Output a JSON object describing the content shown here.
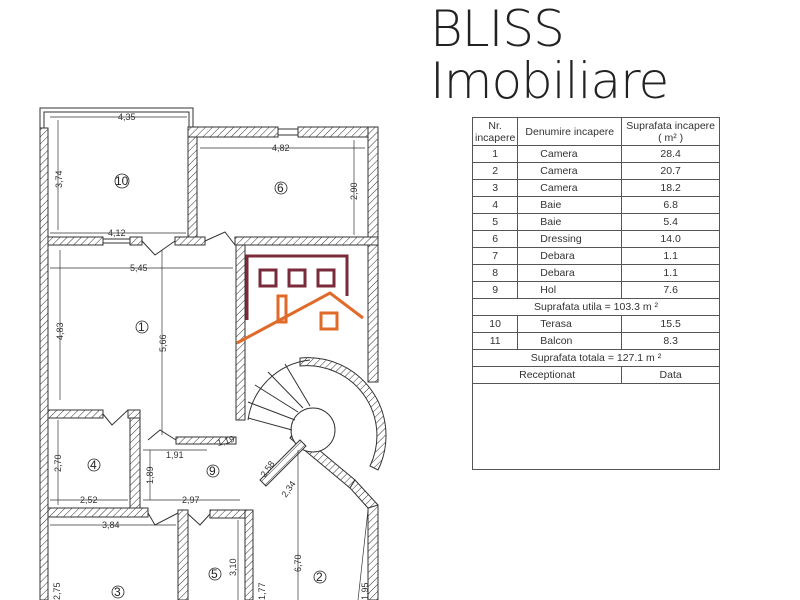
{
  "plan": {
    "rooms": [
      "1",
      "2",
      "3",
      "4",
      "5",
      "6",
      "9",
      "10"
    ],
    "dimensions": {
      "d435": "4,35",
      "d374": "3,74",
      "d412": "4,12",
      "d482": "4,82",
      "d290": "2,90",
      "d545": "5,45",
      "d483": "4,83",
      "d566": "5,66",
      "d191": "1,91",
      "d119": "1,19",
      "d270": "2,70",
      "d189": "1,89",
      "d252": "2,52",
      "d297": "2,97",
      "d258": "2,58",
      "d234": "2,34",
      "d384": "3,84",
      "d310": "3,10",
      "d670": "6,70",
      "d195": "1,95",
      "d275": "2,75",
      "d177": "1,77"
    }
  },
  "logo": {
    "line1": "BLISS",
    "line2": "Imobiliare",
    "frame_color": "#7a2a3a",
    "roof_color": "#e06a2a"
  },
  "table": {
    "headers": [
      "Nr. incapere",
      "Denumire incapere",
      "Suprafata incapere ( m² )"
    ],
    "rows": [
      {
        "nr": "1",
        "name": "Camera",
        "area": "28.4"
      },
      {
        "nr": "2",
        "name": "Camera",
        "area": "20.7"
      },
      {
        "nr": "3",
        "name": "Camera",
        "area": "18.2"
      },
      {
        "nr": "4",
        "name": "Baie",
        "area": "6.8"
      },
      {
        "nr": "5",
        "name": "Baie",
        "area": "5.4"
      },
      {
        "nr": "6",
        "name": "Dressing",
        "area": "14.0"
      },
      {
        "nr": "7",
        "name": "Debara",
        "area": "1.1"
      },
      {
        "nr": "8",
        "name": "Debara",
        "area": "1.1"
      },
      {
        "nr": "9",
        "name": "Hol",
        "area": "7.6"
      }
    ],
    "utila": "Suprafata utila =  103.3 m ²",
    "extra_rows": [
      {
        "nr": "10",
        "name": "Terasa",
        "area": "15.5"
      },
      {
        "nr": "11",
        "name": "Balcon",
        "area": "8.3"
      }
    ],
    "totala": "Suprafata totala =  127.1 m ²",
    "footer": [
      "Receptionat",
      "Data"
    ]
  }
}
